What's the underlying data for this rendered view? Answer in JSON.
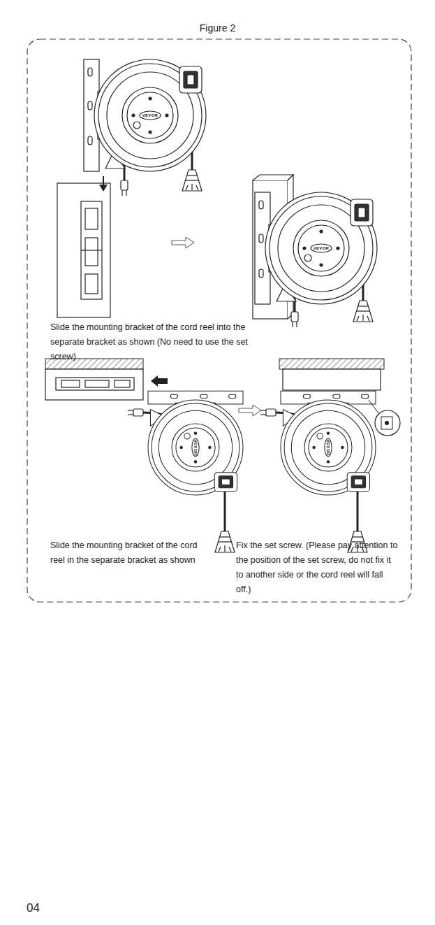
{
  "diagram": {
    "title": "Figure 2",
    "nodes": [
      {
        "text": [
          "Slide the mounting bracket of the cord reel into the separate bracket as shown (No need to use the set screw)",
          "Slide the mounting bracket of the cord reel in the separate bracket as shown",
          "Fix the set screw. (Please pay attention to the position of the set screw, do not fix it to another side or the cord reel will fall off.)"
        ]
      }
    ],
    "labels": [
      "VEVOR",
      "VEVOR",
      "VEVOR",
      "VEVOR",
      "04"
    ]
  }
}
